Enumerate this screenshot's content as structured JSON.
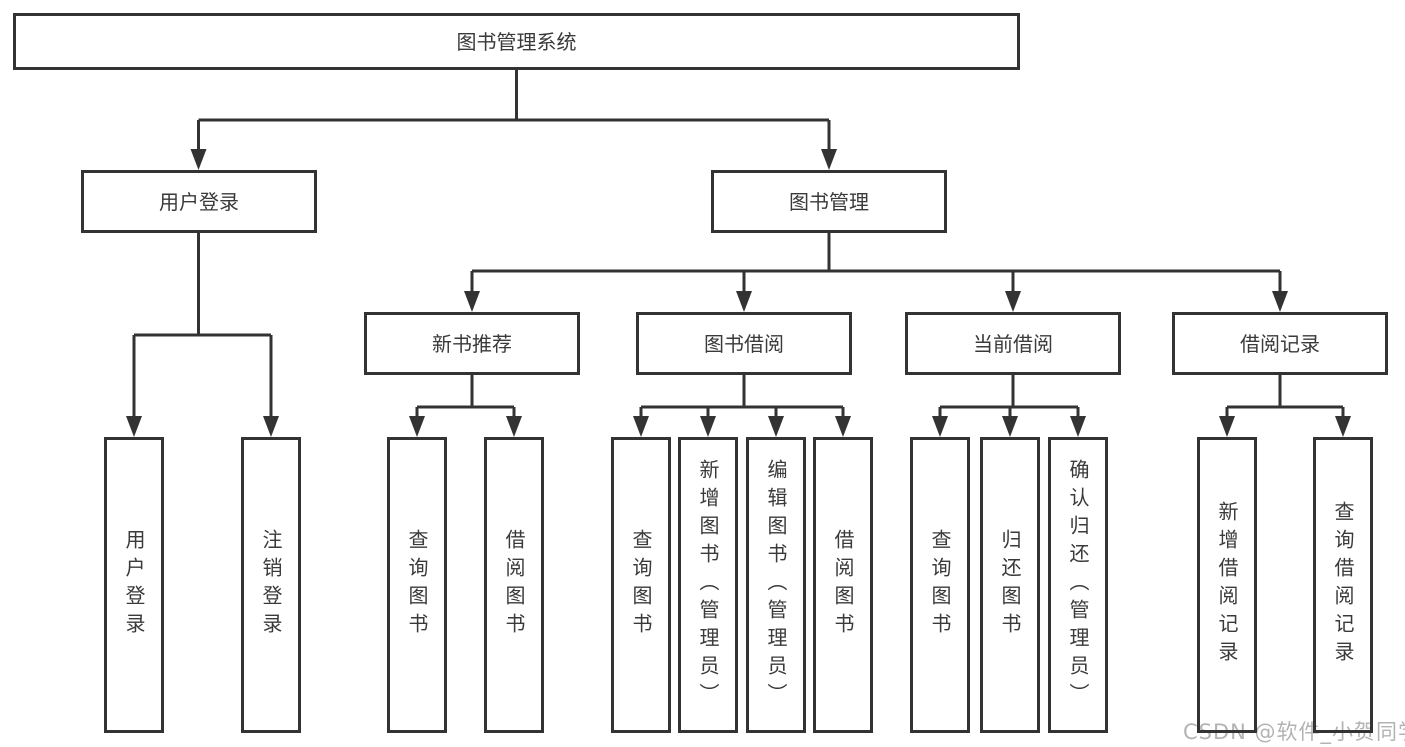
{
  "colors": {
    "line": "#333333",
    "text": "#3a3a3a",
    "box_bg": "#ffffff",
    "background": "#ffffff",
    "watermark": "#b3b3b3"
  },
  "diagram": {
    "root_label": "图书管理系统",
    "level2": {
      "user_login": "用户登录",
      "book_mgmt": "图书管理"
    },
    "level3": {
      "new_books": "新书推荐",
      "book_borrow": "图书借阅",
      "current_borrow": "当前借阅",
      "borrow_records": "借阅记录"
    },
    "leaves": {
      "user_login": [
        "用户登录",
        "注销登录"
      ],
      "new_books": [
        "查询图书",
        "借阅图书"
      ],
      "book_borrow": [
        "查询图书",
        "新增图书（管理员）",
        "编辑图书（管理员）",
        "借阅图书"
      ],
      "current_borrow": [
        "查询图书",
        "归还图书",
        "确认归还（管理员）"
      ],
      "borrow_records": [
        "新增借阅记录",
        "查询借阅记录"
      ]
    }
  },
  "watermark": {
    "text": "CSDN @软件_小贺同学"
  }
}
